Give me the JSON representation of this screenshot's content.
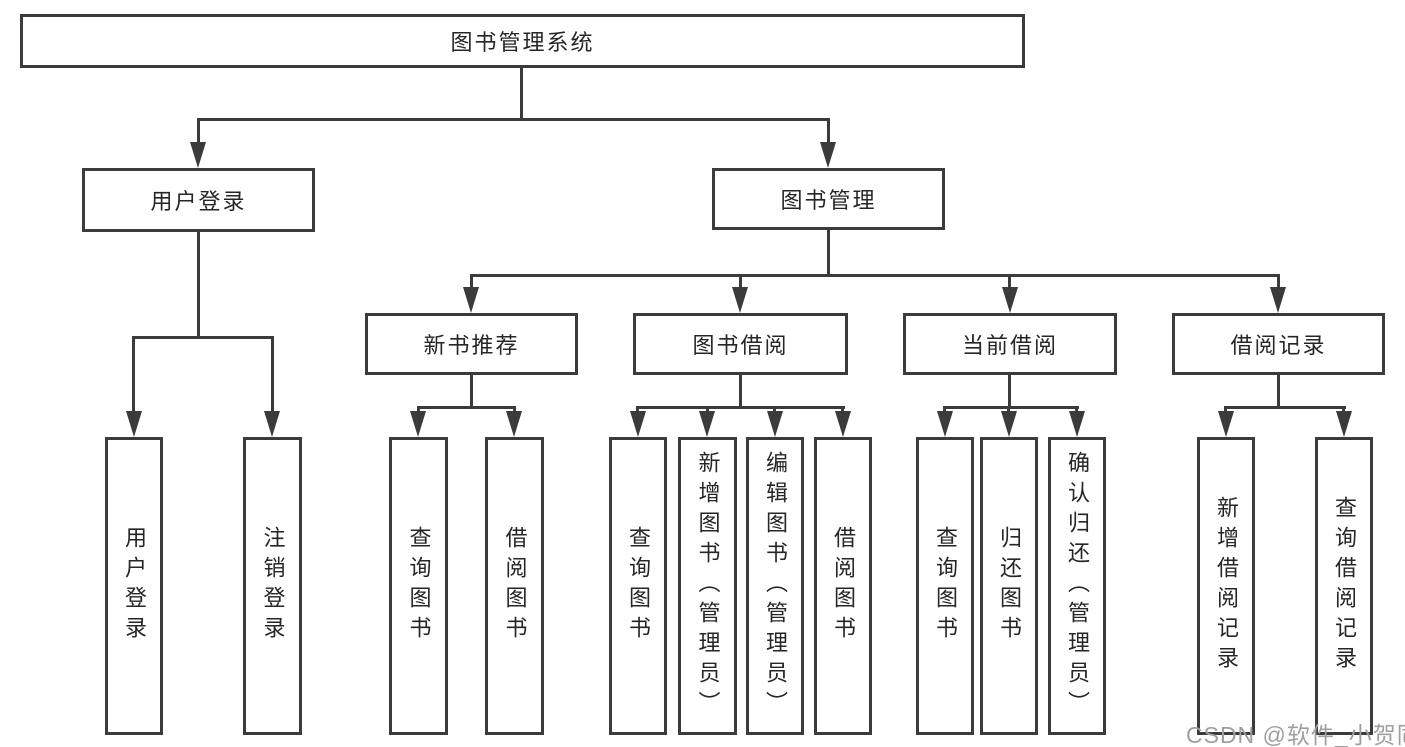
{
  "colors": {
    "line": "#3b3b3b",
    "box_border": "#3b3b3b",
    "text": "#262626",
    "watermark": "#9f9f9f",
    "background": "#ffffff"
  },
  "tree": {
    "root": {
      "label": "图书管理系统",
      "children": [
        {
          "label": "用户登录",
          "children": [
            {
              "label": "用户登录"
            },
            {
              "label": "注销登录"
            }
          ]
        },
        {
          "label": "图书管理",
          "children": [
            {
              "label": "新书推荐",
              "children": [
                {
                  "label": "查询图书"
                },
                {
                  "label": "借阅图书"
                }
              ]
            },
            {
              "label": "图书借阅",
              "children": [
                {
                  "label": "查询图书"
                },
                {
                  "label": "新增图书（管理员）"
                },
                {
                  "label": "编辑图书（管理员）"
                },
                {
                  "label": "借阅图书"
                }
              ]
            },
            {
              "label": "当前借阅",
              "children": [
                {
                  "label": "查询图书"
                },
                {
                  "label": "归还图书"
                },
                {
                  "label": "确认归还（管理员）"
                }
              ]
            },
            {
              "label": "借阅记录",
              "children": [
                {
                  "label": "新增借阅记录"
                },
                {
                  "label": "查询借阅记录"
                }
              ]
            }
          ]
        }
      ]
    }
  },
  "watermark": {
    "text": "CSDN @软件_小贺同学"
  }
}
